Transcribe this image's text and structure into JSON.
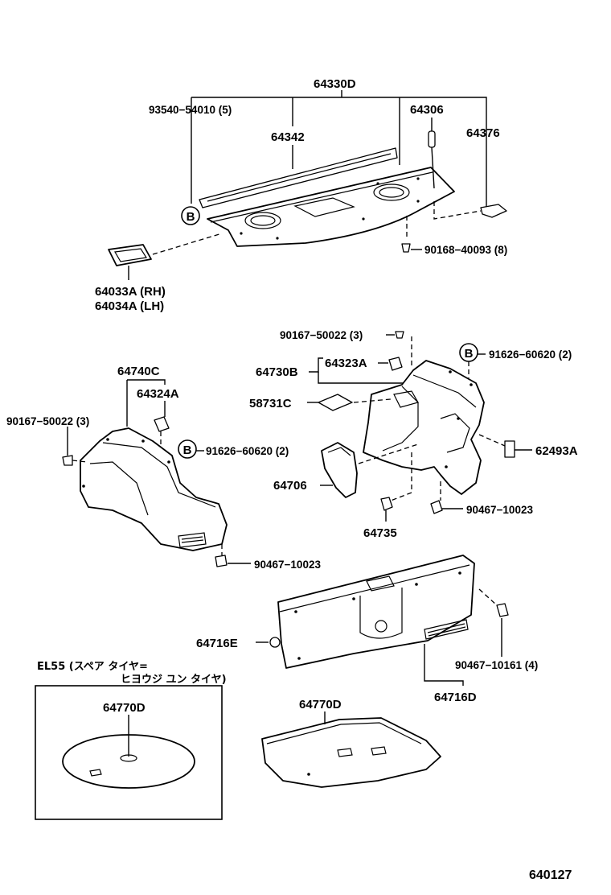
{
  "diagram": {
    "drawing_number": "640127",
    "marker_b": "B",
    "labels": {
      "p64330D": "64330D",
      "p93540": "93540−54010 (5)",
      "p64342": "64342",
      "p64306": "64306",
      "p64376": "64376",
      "p90168": "90168−40093 (8)",
      "p64033A": "64033A (RH)",
      "p64034A": "64034A (LH)",
      "p90167_right": "90167−50022 (3)",
      "p64730B": "64730B",
      "p64323A": "64323A",
      "p91626_right": "91626−60620 (2)",
      "p58731C": "58731C",
      "p62493A": "62493A",
      "p64706": "64706",
      "p90467_right": "90467−10023",
      "p64735": "64735",
      "p64740C": "64740C",
      "p64324A": "64324A",
      "p90167_left": "90167−50022 (3)",
      "p91626_left": "91626−60620 (2)",
      "p90467_left": "90467−10023",
      "p64716E": "64716E",
      "p90467_10161": "90467−10161 (4)",
      "p64716D": "64716D",
      "p64770D_box": "64770D",
      "p64770D": "64770D"
    },
    "el55_box": {
      "line1": "EL55 (スペア タイヤ=",
      "line2": "ヒヨウジ ユン タイヤ)"
    }
  }
}
